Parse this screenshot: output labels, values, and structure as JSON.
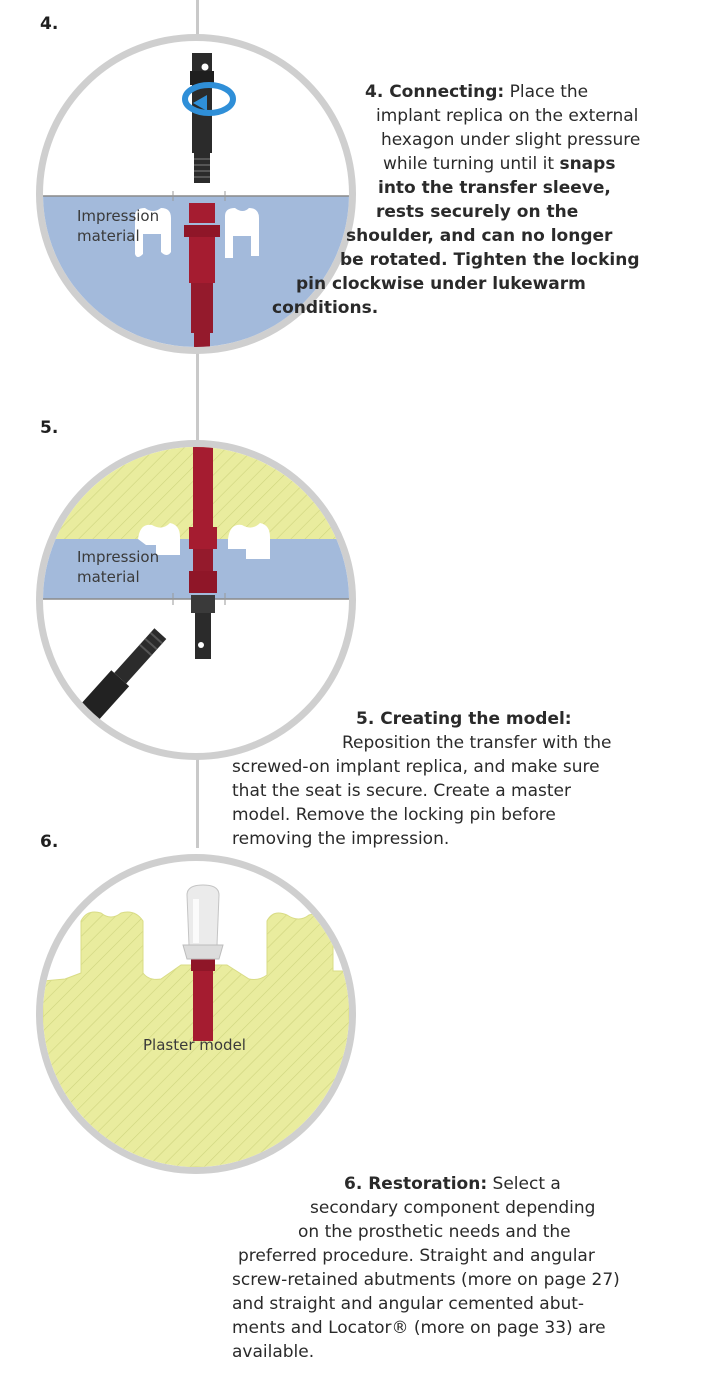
{
  "steps": [
    {
      "number": "4.",
      "label": "Impression\nmaterial",
      "label_lines": [
        "Impression",
        "material"
      ],
      "lines": [
        [
          {
            "t": "4. Connecting:",
            "b": true
          },
          {
            "t": " Place the",
            "b": false
          }
        ],
        [
          {
            "t": "implant replica on the external",
            "b": false
          }
        ],
        [
          {
            "t": "hexagon under slight pressure",
            "b": false
          }
        ],
        [
          {
            "t": "while turning until it ",
            "b": false
          },
          {
            "t": "snaps",
            "b": true
          }
        ],
        [
          {
            "t": "into the transfer sleeve,",
            "b": true
          }
        ],
        [
          {
            "t": "rests securely on the",
            "b": true
          }
        ],
        [
          {
            "t": "shoulder, and can no longer",
            "b": true
          }
        ],
        [
          {
            "t": "be rotated. Tighten the locking",
            "b": true
          }
        ],
        [
          {
            "t": "pin clockwise under lukewarm",
            "b": true
          }
        ],
        [
          {
            "t": "conditions.",
            "b": true
          }
        ]
      ]
    },
    {
      "number": "5.",
      "label_lines": [
        "Impression",
        "material"
      ],
      "lines": [
        [
          {
            "t": "5. Creating the model:",
            "b": true
          }
        ],
        [
          {
            "t": "Reposition the transfer with the",
            "b": false
          }
        ],
        [
          {
            "t": "screwed-on implant replica, and make sure",
            "b": false
          }
        ],
        [
          {
            "t": "that the seat is secure. Create a master",
            "b": false
          }
        ],
        [
          {
            "t": "model. Remove the locking pin before",
            "b": false
          }
        ],
        [
          {
            "t": "removing the impression.",
            "b": false
          }
        ]
      ]
    },
    {
      "number": "6.",
      "label_lines": [
        "Plaster model"
      ],
      "lines": [
        [
          {
            "t": "6. Restoration:",
            "b": true
          },
          {
            "t": " Select a",
            "b": false
          }
        ],
        [
          {
            "t": "secondary component depending",
            "b": false
          }
        ],
        [
          {
            "t": "on the prosthetic needs and the",
            "b": false
          }
        ],
        [
          {
            "t": "preferred procedure. Straight and angular",
            "b": false
          }
        ],
        [
          {
            "t": "screw-retained abutments (more on page 27)",
            "b": false
          }
        ],
        [
          {
            "t": "and straight and angular cemented abut-",
            "b": false
          }
        ],
        [
          {
            "t": "ments and Locator® (more on page 33) are",
            "b": false
          }
        ],
        [
          {
            "t": "available.",
            "b": false
          }
        ]
      ]
    }
  ],
  "colors": {
    "impression": "#a3badb",
    "plaster": "#e9ec9e",
    "component_red": "#a51c30",
    "pin_dark": "#2b2b2b",
    "ring": "#cfcfcf",
    "arrow": "#2f8fd8"
  },
  "icons": [
    "rotation-arrow-icon"
  ]
}
